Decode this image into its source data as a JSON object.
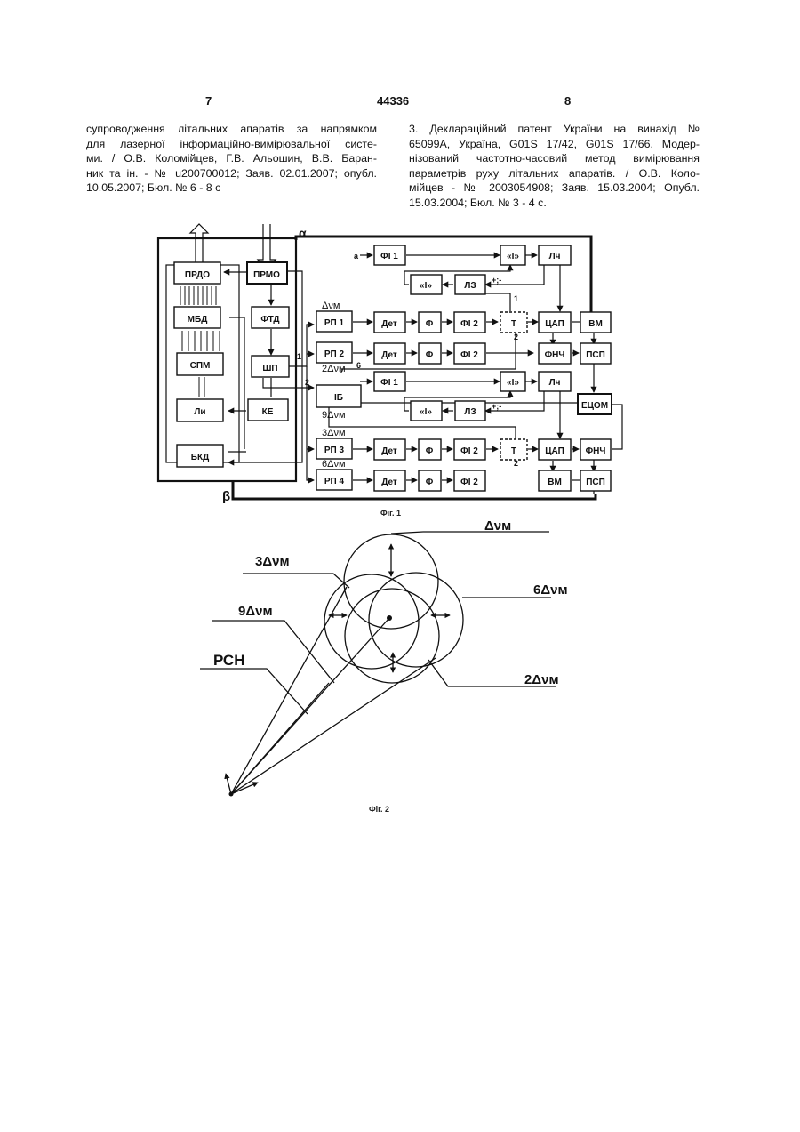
{
  "header": {
    "left_page": "7",
    "patent_number": "44336",
    "right_page": "8"
  },
  "left_column": {
    "lines": [
      "супроводження літальних апаратів за напрямком",
      "для лазерної інформаційно-вимірювальної систе-",
      "ми. / О.В. Коломійцев, Г.В. Альошин, В.В. Баран-",
      "ник та ін. - № u200700012; Заяв. 02.01.2007; опубл.",
      "10.05.2007; Бюл. № 6 - 8 с"
    ]
  },
  "right_column": {
    "lines": [
      "3. Деклараційний патент України на винахід №",
      "65099А, Україна, G01S 17/42, G01S 17/66. Модер-",
      "нізований частотно-часовий метод вимірювання",
      "параметрів руху літальних апаратів. / О.В. Коло-",
      "мійцев - № 2003054908; Заяв. 15.03.2004; Опубл.",
      "15.03.2004; Бюл. № 3 - 4 с."
    ]
  },
  "figure1": {
    "caption": "Фіг. 1",
    "signals": {
      "alpha": "α",
      "beta": "β",
      "input": "a"
    },
    "blocks": {
      "prdo": "ПРДО",
      "prmo": "ПРМО",
      "mbd": "МБД",
      "ftd": "ФТД",
      "spm": "СПМ",
      "shp": "ШП",
      "li": "Ли",
      "ke": "КЕ",
      "bkd": "БКД",
      "rp1": "РП 1",
      "rp2": "РП 2",
      "rp3": "РП 3",
      "rp4": "РП 4",
      "det": "Дет",
      "f": "Ф",
      "fi1": "ФІ 1",
      "fi2": "ФІ 2",
      "and": "«І»",
      "lch": "Лч",
      "lz": "ЛЗ",
      "ib": "ІБ",
      "tsap": "ЦАП",
      "fnch": "ФНЧ",
      "vm": "ВМ",
      "psp": "ПСП",
      "etsom": "ЕЦОМ",
      "trig": "Т"
    },
    "freq_labels": {
      "f1": "Δνм",
      "f2": "2Δνм",
      "f9": "9Δνм",
      "f3": "3Δνм",
      "f6": "6Δνм"
    },
    "numbers": {
      "n1": "1",
      "n2": "2",
      "n6": "6",
      "pm": "+;-"
    }
  },
  "figure2": {
    "caption": "Фіг. 2",
    "labels": {
      "top": "Δνм",
      "left_top": "3Δνм",
      "left_mid": "9Δνм",
      "right_mid": "6Δνм",
      "right_bottom": "2Δνм",
      "rsn": "РСН"
    }
  }
}
